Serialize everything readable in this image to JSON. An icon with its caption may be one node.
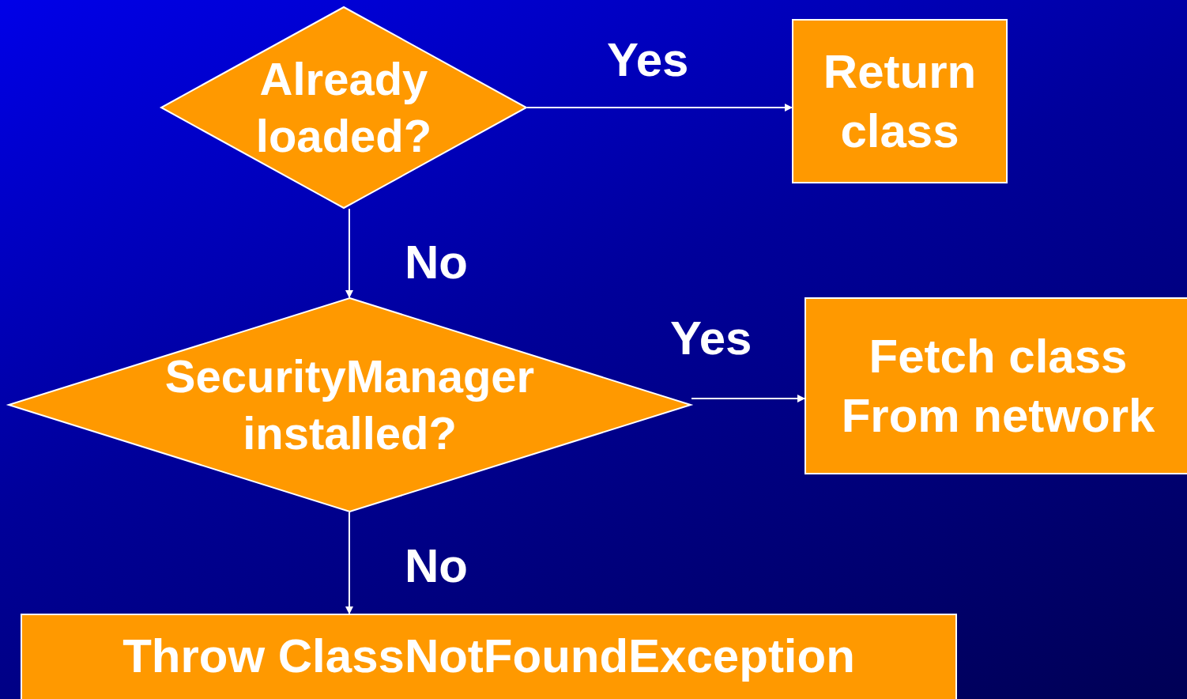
{
  "diagram": {
    "nodes": [
      {
        "text": [
          "Already loaded?"
        ]
      },
      {
        "text": [
          "Return class"
        ]
      },
      {
        "text": [
          "SecurityManager installed?"
        ]
      },
      {
        "text": [
          "Fetch class From network"
        ]
      },
      {
        "text": [
          "Throw ClassNotFoundException"
        ]
      }
    ],
    "edges": [
      {
        "from": 0,
        "to": 1,
        "label": "Yes",
        "arrow": "to"
      },
      {
        "from": 0,
        "to": 2,
        "label": "No",
        "arrow": "to"
      },
      {
        "from": 2,
        "to": 3,
        "label": "Yes",
        "arrow": "to"
      },
      {
        "from": 2,
        "to": 4,
        "label": "No",
        "arrow": "to"
      }
    ]
  }
}
